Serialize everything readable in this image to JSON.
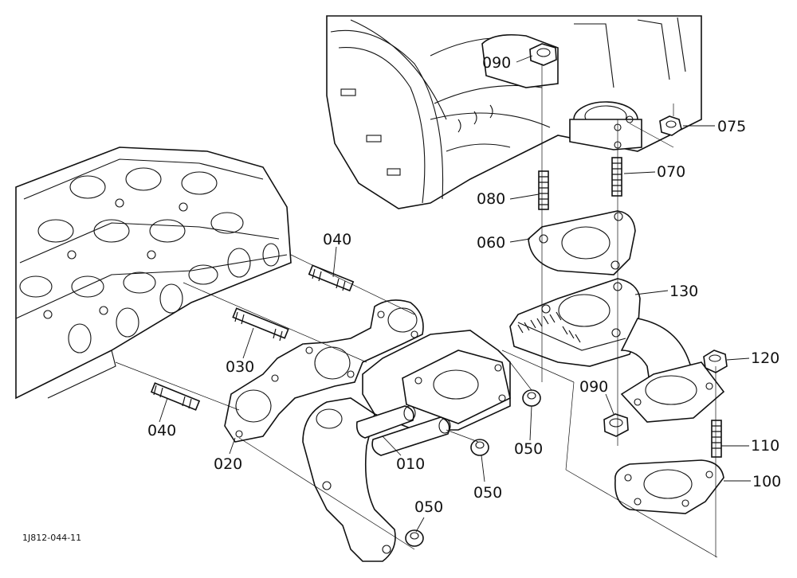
{
  "drawing_id": "1J812-044-11",
  "callouts": [
    {
      "id": "c-090-top",
      "label": "090"
    },
    {
      "id": "c-075",
      "label": "075"
    },
    {
      "id": "c-070",
      "label": "070"
    },
    {
      "id": "c-080",
      "label": "080"
    },
    {
      "id": "c-060",
      "label": "060"
    },
    {
      "id": "c-130",
      "label": "130"
    },
    {
      "id": "c-120",
      "label": "120"
    },
    {
      "id": "c-090-mid",
      "label": "090"
    },
    {
      "id": "c-110",
      "label": "110"
    },
    {
      "id": "c-100",
      "label": "100"
    },
    {
      "id": "c-040-top",
      "label": "040"
    },
    {
      "id": "c-030",
      "label": "030"
    },
    {
      "id": "c-040-bottom",
      "label": "040"
    },
    {
      "id": "c-020",
      "label": "020"
    },
    {
      "id": "c-010",
      "label": "010"
    },
    {
      "id": "c-050-right",
      "label": "050"
    },
    {
      "id": "c-050-mid",
      "label": "050"
    },
    {
      "id": "c-050-bottom",
      "label": "050"
    }
  ]
}
